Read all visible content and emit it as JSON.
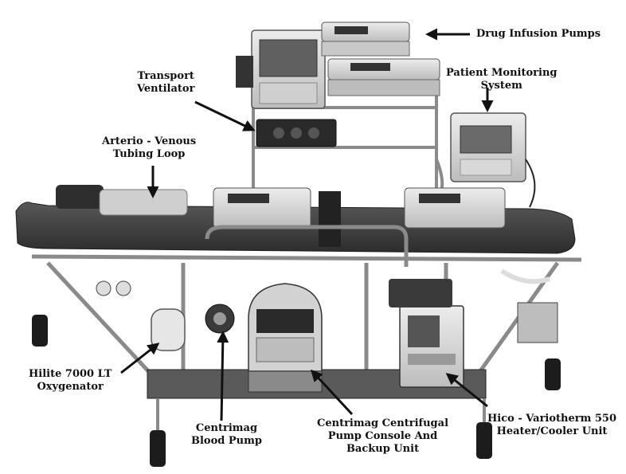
{
  "figure": {
    "labels": {
      "drug_infusion_pumps": [
        "Drug Infusion Pumps"
      ],
      "transport_ventilator": [
        "Transport",
        "Ventilator"
      ],
      "patient_monitoring": [
        "Patient Monitoring",
        "System"
      ],
      "av_tubing_loop": [
        "Arterio - Venous",
        "Tubing Loop"
      ],
      "oxygenator": [
        "Hilite 7000 LT",
        "Oxygenator"
      ],
      "blood_pump": [
        "Centrimag",
        "Blood Pump"
      ],
      "pump_console": [
        "Centrimag Centrifugal",
        "Pump Console And",
        "Backup Unit"
      ],
      "heater_cooler": [
        "Hico - Variotherm 550",
        "Heater/Cooler Unit"
      ]
    },
    "colors": {
      "background": "#ffffff",
      "text": "#111111",
      "arrow": "#111111",
      "mattress": "#3e3e3e",
      "metal": "#8a8a8a",
      "device_light": "#d6d6d6",
      "device_dark": "#2a2a2a",
      "screen": "#6a6a6a"
    }
  }
}
